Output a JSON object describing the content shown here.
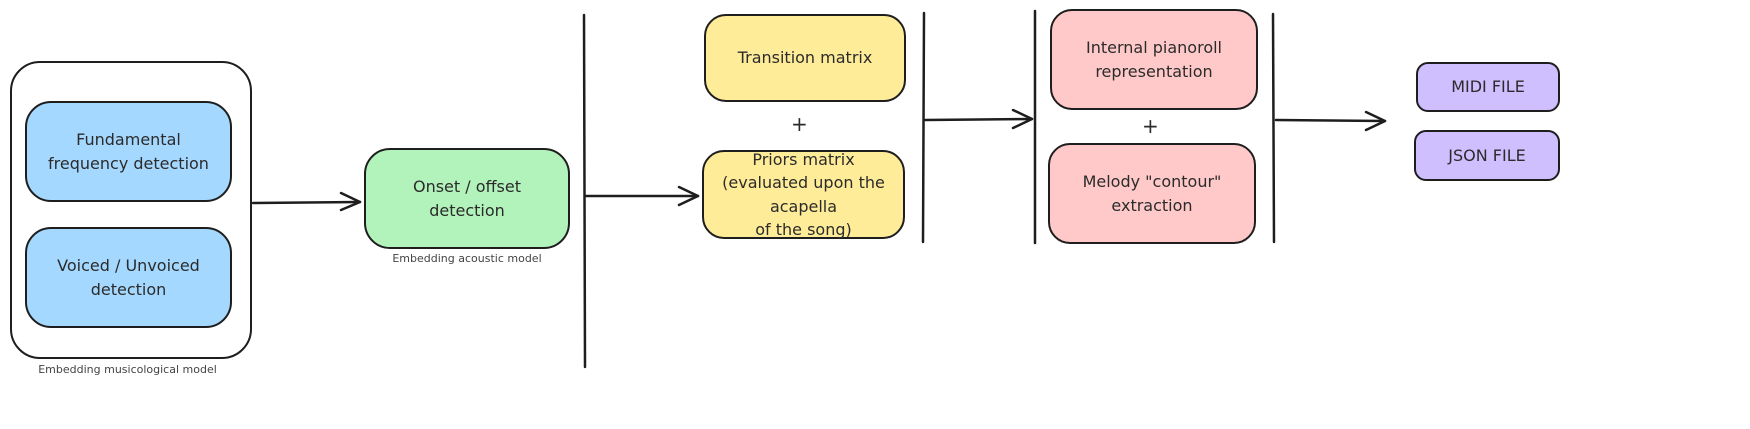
{
  "diagram": {
    "group_musicological": {
      "caption": "Embedding musicological model",
      "boxes": [
        "Fundamental frequency detection",
        "Voiced / Unvoiced detection"
      ]
    },
    "onset_box": "Onset / offset detection",
    "acoustic_caption": "Embedding acoustic model",
    "transition_box": "Transition matrix",
    "plus_1": "+",
    "priors_box": "Priors matrix\n(evaluated upon the acapella\nof the song)",
    "pianoroll_box": "Internal pianoroll\nrepresentation",
    "plus_2": "+",
    "contour_box": "Melody \"contour\" extraction",
    "outputs": [
      "MIDI FILE",
      "JSON FILE"
    ],
    "colors": {
      "blue": "#a5d8ff",
      "green": "#b2f2bb",
      "yellow": "#ffec99",
      "pink": "#ffc9c9",
      "purple": "#d0bfff",
      "stroke": "#1e1e1e"
    }
  }
}
